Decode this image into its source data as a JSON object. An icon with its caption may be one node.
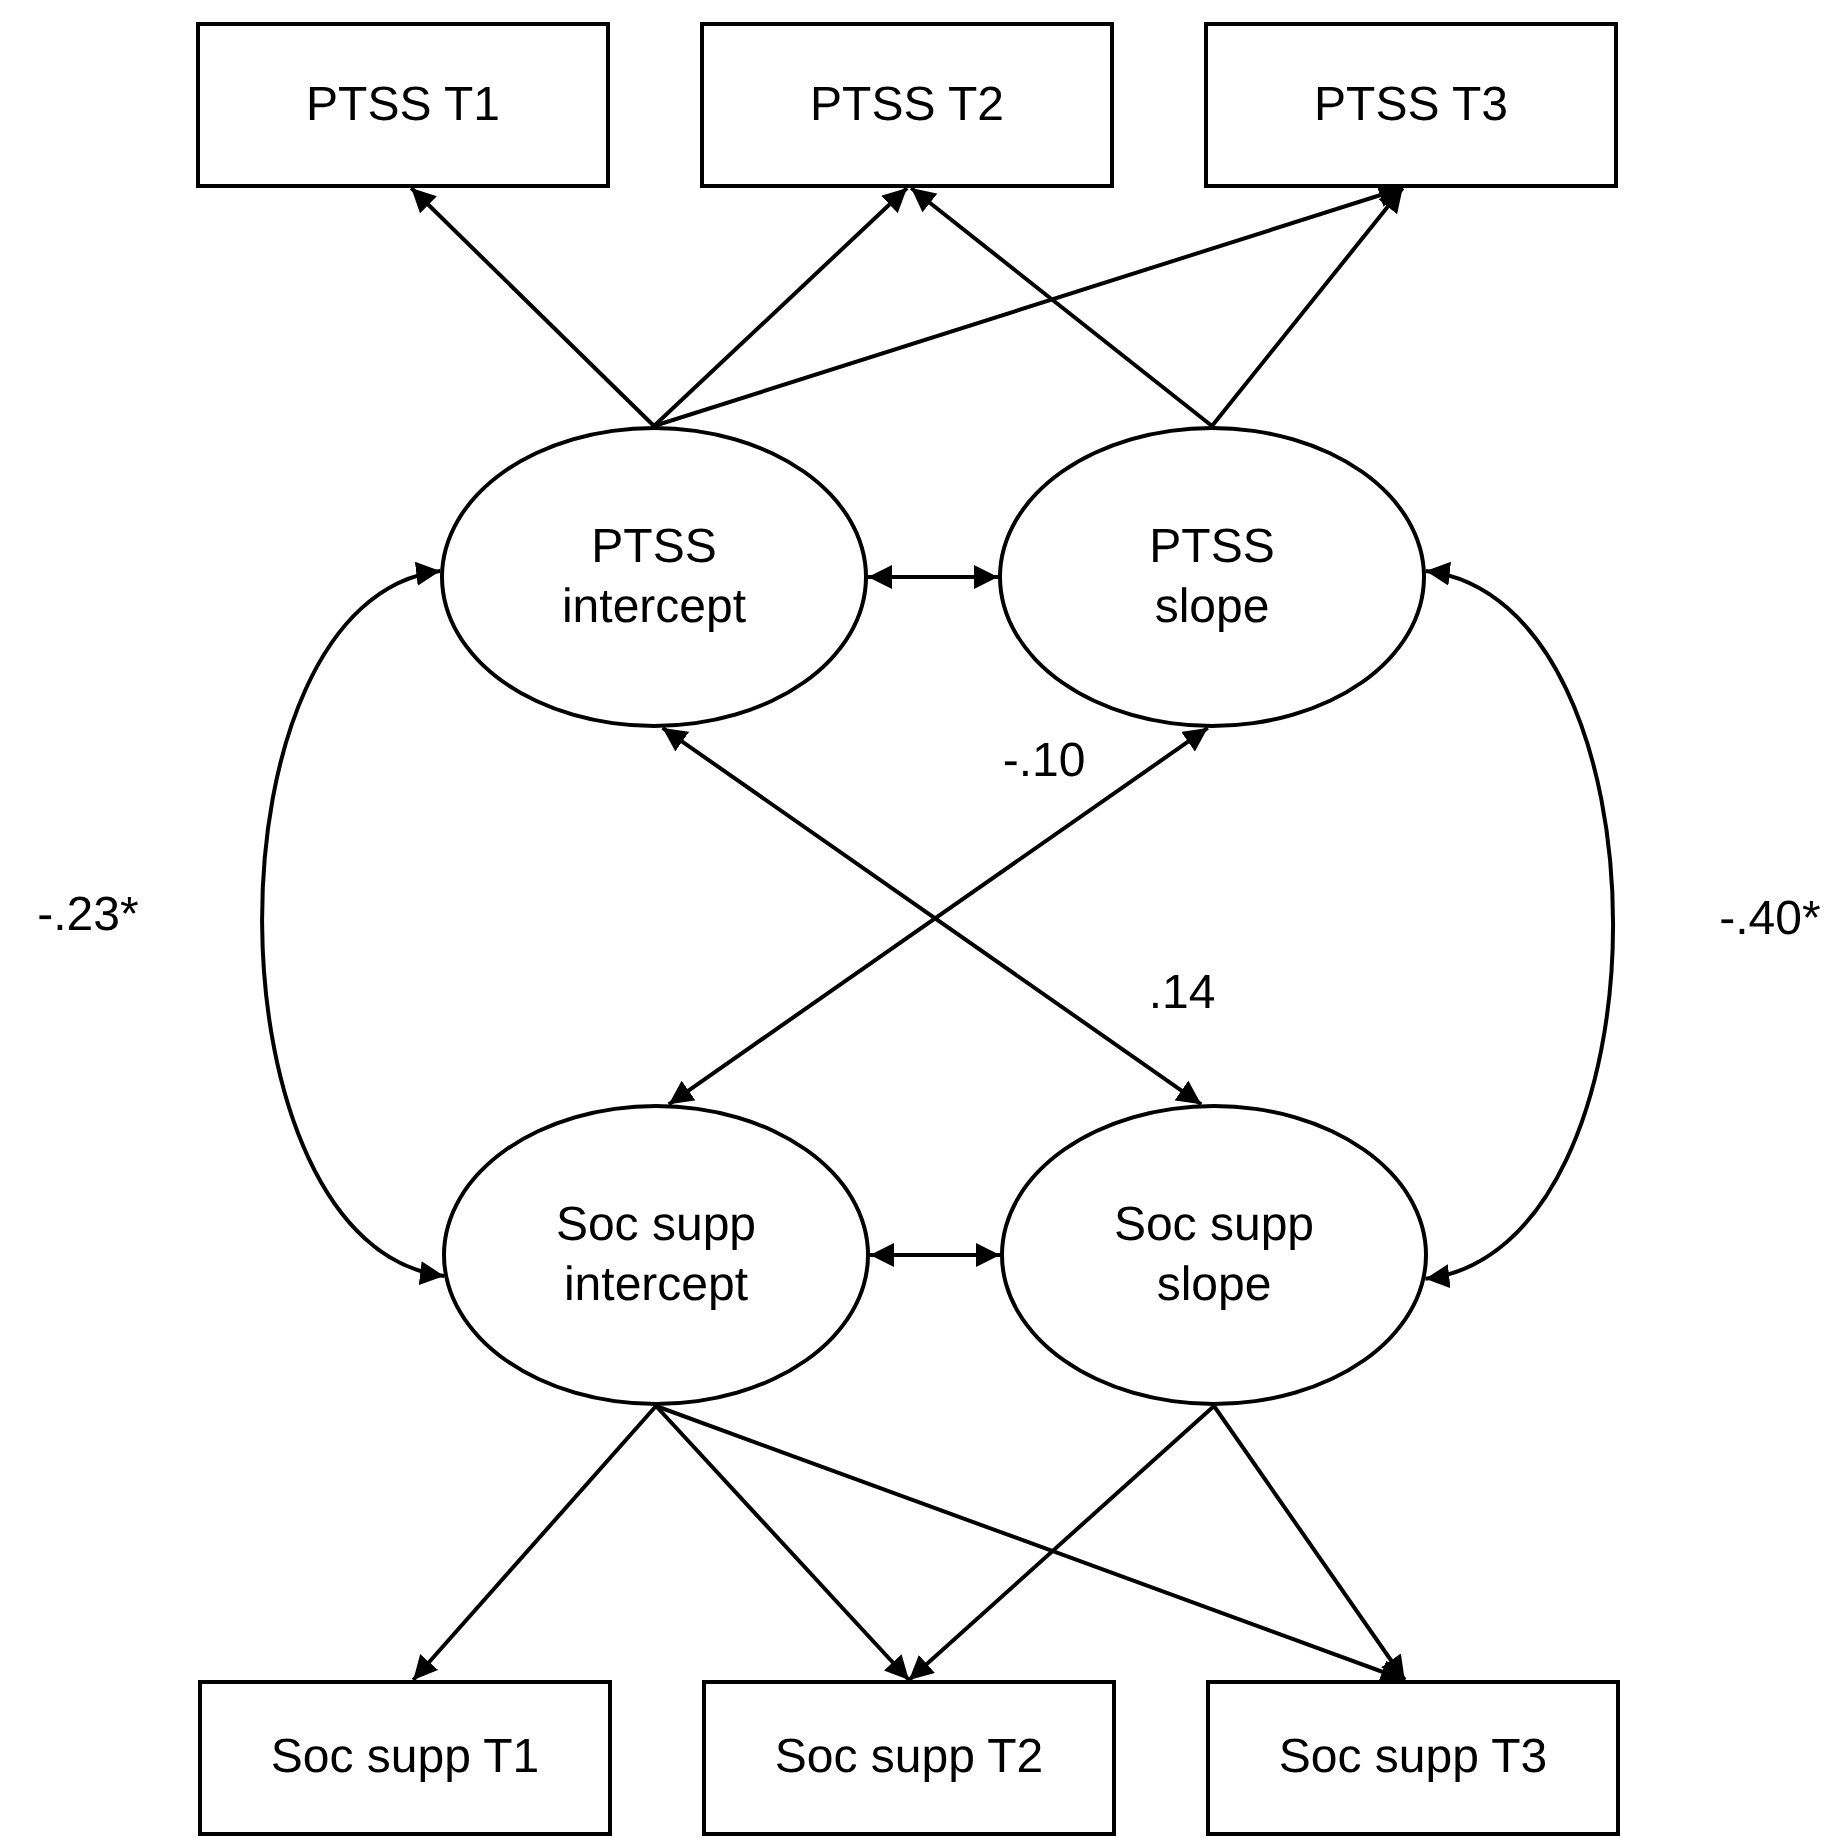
{
  "diagram": {
    "nodes": [
      {
        "text": [
          "PTSS T1"
        ]
      },
      {
        "text": [
          "PTSS T2"
        ]
      },
      {
        "text": [
          "PTSS T3"
        ]
      },
      {
        "text": [
          "PTSS intercept"
        ]
      },
      {
        "text": [
          "PTSS slope"
        ]
      },
      {
        "text": [
          "Soc supp intercept"
        ]
      },
      {
        "text": [
          "Soc supp slope"
        ]
      },
      {
        "text": [
          "Soc supp T1"
        ]
      },
      {
        "text": [
          "Soc supp T2"
        ]
      },
      {
        "text": [
          "Soc supp T3"
        ]
      }
    ],
    "edges": [
      {
        "from": 3,
        "to": 0,
        "arrow": "to"
      },
      {
        "from": 3,
        "to": 1,
        "arrow": "to"
      },
      {
        "from": 3,
        "to": 2,
        "arrow": "to"
      },
      {
        "from": 4,
        "to": 1,
        "arrow": "to"
      },
      {
        "from": 4,
        "to": 2,
        "arrow": "to"
      },
      {
        "from": 3,
        "to": 4,
        "arrow": "both"
      },
      {
        "from": 3,
        "to": 5,
        "arrow": "both",
        "label": "-.23*"
      },
      {
        "from": 4,
        "to": 6,
        "arrow": "both",
        "label": "-.40*"
      },
      {
        "from": 4,
        "to": 5,
        "arrow": "both",
        "label": "-.10"
      },
      {
        "from": 3,
        "to": 6,
        "arrow": "both",
        "label": ".14"
      },
      {
        "from": 5,
        "to": 6,
        "arrow": "both"
      },
      {
        "from": 5,
        "to": 7,
        "arrow": "to"
      },
      {
        "from": 5,
        "to": 8,
        "arrow": "to"
      },
      {
        "from": 5,
        "to": 9,
        "arrow": "to"
      },
      {
        "from": 6,
        "to": 8,
        "arrow": "to"
      },
      {
        "from": 6,
        "to": 9,
        "arrow": "to"
      }
    ]
  }
}
